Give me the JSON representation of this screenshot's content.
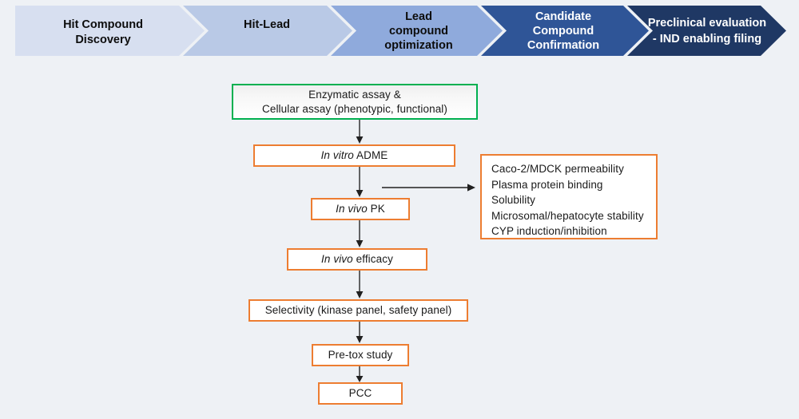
{
  "page": {
    "background_color": "#eef1f5"
  },
  "stage_banner": {
    "name": "drug-discovery-stage-banner",
    "stages": [
      {
        "label_lines": [
          "Hit Compound",
          "Discovery"
        ],
        "fill": "#d7dff0",
        "text_color": "#0d0d0d"
      },
      {
        "label_lines": [
          "Hit-Lead"
        ],
        "fill": "#b9c9e6",
        "text_color": "#0d0d0d"
      },
      {
        "label_lines": [
          "Lead",
          "compound",
          "optimization"
        ],
        "fill": "#8faadc",
        "text_color": "#0d0d0d"
      },
      {
        "label_lines": [
          "Candidate",
          "Compound",
          "Confirmation"
        ],
        "fill": "#2f5597",
        "text_color": "#ffffff"
      },
      {
        "label_lines": [
          "Preclinical evaluation",
          "- IND enabling filing"
        ],
        "fill": "#1f3864",
        "text_color": "#ffffff"
      }
    ]
  },
  "flow": {
    "accent_orange": "#ED7D31",
    "accent_green": "#00B050",
    "arrow_color": "#404040",
    "nodes": {
      "assay": {
        "line1": "Enzymatic assay &",
        "line2": "Cellular assay (phenotypic, functional)"
      },
      "in_vitro_adme": {
        "italic": "In vitro",
        "rest": " ADME"
      },
      "in_vivo_pk": {
        "italic": "In vivo",
        "rest": " PK"
      },
      "in_vivo_efficacy": {
        "italic": "In vivo",
        "rest": " efficacy"
      },
      "selectivity": {
        "label": "Selectivity (kinase panel, safety panel)"
      },
      "pre_tox": {
        "label": "Pre-tox study"
      },
      "pcc": {
        "label": "PCC"
      }
    },
    "adme_assay_list": {
      "items": [
        "Caco-2/MDCK permeability",
        "Plasma protein binding",
        "Solubility",
        "Microsomal/hepatocyte stability",
        "CYP induction/inhibition"
      ]
    }
  }
}
